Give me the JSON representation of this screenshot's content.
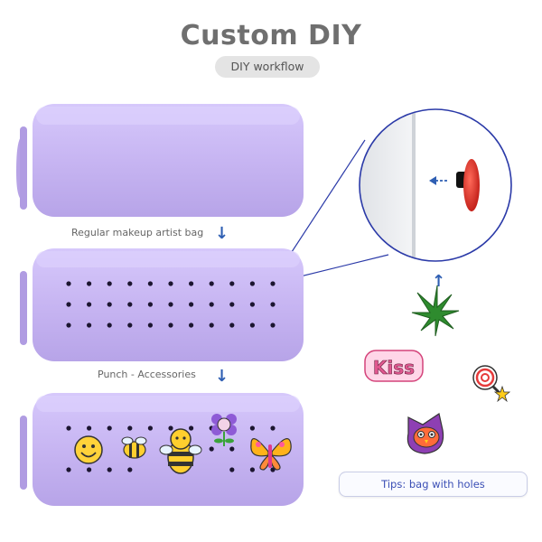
{
  "header": {
    "title": "Custom DIY",
    "subtitle": "DIY workflow"
  },
  "steps": [
    {
      "caption": "Regular makeup artist bag"
    },
    {
      "caption": "Punch - Accessories"
    }
  ],
  "charms": {
    "kiss_text": "Kiss"
  },
  "tips": {
    "label": "Tips: bag with holes"
  },
  "colors": {
    "bag": "#c9b8f0",
    "bag_shadow": "#b6a2e6",
    "bag_highlight": "#dccfff",
    "accent_blue": "#2f5fb3",
    "title_gray": "#6f6f6f"
  },
  "icons": [
    "down-arrow-icon",
    "up-arrow-icon",
    "left-arrow-icon",
    "pin-button-icon",
    "smiley-charm-icon",
    "bee-charm-icon",
    "flower-charm-icon",
    "butterfly-charm-icon",
    "leaf-charm-icon",
    "lollipop-charm-icon",
    "owl-charm-icon"
  ]
}
